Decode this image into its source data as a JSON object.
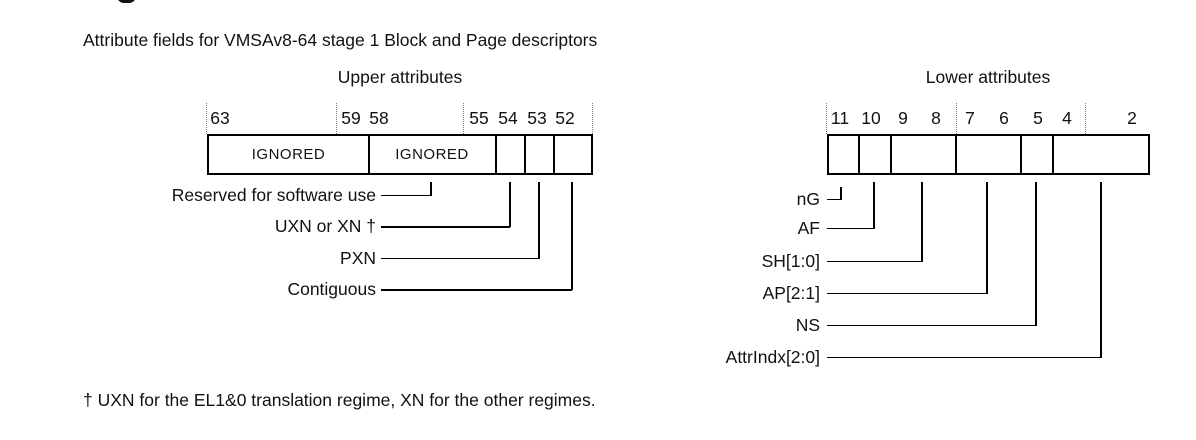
{
  "page": {
    "title": "Attribute fields for VMSAv8-64 stage 1 Block and Page descriptors",
    "footnote": "† UXN for the EL1&0 translation regime, XN for the other regimes."
  },
  "upper": {
    "heading": "Upper attributes",
    "bits": [
      "63",
      "59",
      "58",
      "55",
      "54",
      "53",
      "52"
    ],
    "fields": [
      {
        "bits": "63:59",
        "label": "IGNORED"
      },
      {
        "bits": "58:55",
        "label": "IGNORED"
      },
      {
        "bits": "54",
        "label": ""
      },
      {
        "bits": "53",
        "label": ""
      },
      {
        "bits": "52",
        "label": ""
      }
    ],
    "callouts": [
      {
        "label": "Reserved for software use",
        "target_bits": "58:55"
      },
      {
        "label": "UXN or XN †",
        "target_bits": "54"
      },
      {
        "label": "PXN",
        "target_bits": "53"
      },
      {
        "label": "Contiguous",
        "target_bits": "52"
      }
    ]
  },
  "lower": {
    "heading": "Lower attributes",
    "bits": [
      "11",
      "10",
      "9",
      "8",
      "7",
      "6",
      "5",
      "4",
      "2"
    ],
    "callouts": [
      {
        "label": "nG",
        "target_bits": "11"
      },
      {
        "label": "AF",
        "target_bits": "10"
      },
      {
        "label": "SH[1:0]",
        "target_bits": "9:8"
      },
      {
        "label": "AP[2:1]",
        "target_bits": "7:6"
      },
      {
        "label": "NS",
        "target_bits": "5"
      },
      {
        "label": "AttrIndx[2:0]",
        "target_bits": "4:2"
      }
    ]
  },
  "colors": {
    "line": "#000000",
    "text": "#111111",
    "dotted_guide": "#7a7a7a",
    "background": "#ffffff"
  }
}
